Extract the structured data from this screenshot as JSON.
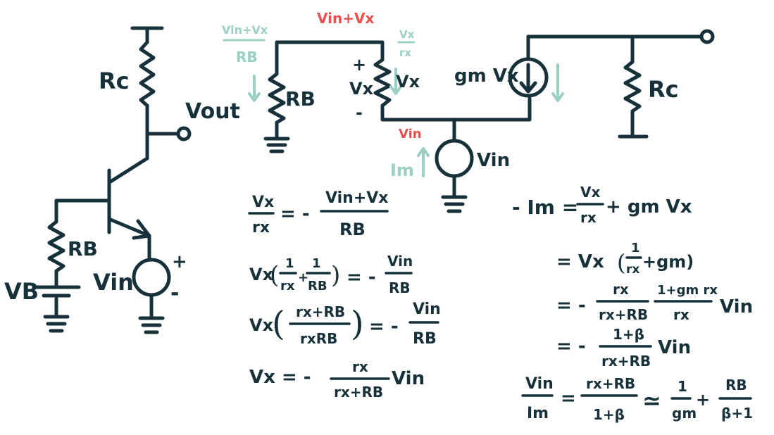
{
  "colors": {
    "ink": "#17313a",
    "red": "#e8504f",
    "teal": "#9ccfc4",
    "background": "#ffffff"
  },
  "left_circuit": {
    "rc_label": "Rc",
    "vout_label": "Vout",
    "rb_label": "RB",
    "vb_label": "VB",
    "vin_label": "Vin",
    "vin_plus": "+",
    "vin_minus": "-"
  },
  "small_signal": {
    "node_label": "Vin+Vx",
    "rb_current_num": "Vin+Vx",
    "rb_current_den": "RB",
    "rb_label": "RB",
    "rpi_current_num": "Vx",
    "rpi_current_den": "rx",
    "plus": "+",
    "minus": "-",
    "vx_label": "Vx",
    "rpi_label": "Vx",
    "gm_label": "gm Vx",
    "rc_label": "Rc",
    "vin_node_label": "Vin",
    "source_label": "Vin",
    "im_label": "Im"
  },
  "equations_left": {
    "eq1_lhs_num": "Vx",
    "eq1_lhs_den": "rx",
    "eq1_mid": "= -",
    "eq1_rhs_num": "Vin+Vx",
    "eq1_rhs_den": "RB",
    "eq2_a": "Vx",
    "eq2_b": "(",
    "eq2_f1_num": "1",
    "eq2_f1_den": "rx",
    "eq2_plus": "+",
    "eq2_f2_num": "1",
    "eq2_f2_den": "RB",
    "eq2_c": ")",
    "eq2_mid": "= -",
    "eq2_rhs_num": "Vin",
    "eq2_rhs_den": "RB",
    "eq3_a": "Vx",
    "eq3_num": "rx+RB",
    "eq3_den": "rxRB",
    "eq3_mid": "= -",
    "eq3_rhs_num": "Vin",
    "eq3_rhs_den": "RB",
    "eq4_a": "Vx = -",
    "eq4_num": "rx",
    "eq4_den": "rx+RB",
    "eq4_b": "Vin"
  },
  "equations_right": {
    "r1_a": "- Im =",
    "r1_num": "Vx",
    "r1_den": "rx",
    "r1_b": "+ gm Vx",
    "r2_a": "= Vx",
    "r2_b": "(",
    "r2_num": "1",
    "r2_den": "rx",
    "r2_c": "+gm)",
    "r3_a": "= -",
    "r3_n1": "rx",
    "r3_d1": "rx+RB",
    "r3_n2": "1+gm rx",
    "r3_d2": "rx",
    "r3_b": "Vin",
    "r4_a": "= -",
    "r4_num": "1+β",
    "r4_den": "rx+RB",
    "r4_b": "Vin",
    "r5_lnum": "Vin",
    "r5_lden": "Im",
    "r5_eq": "=",
    "r5_num": "rx+RB",
    "r5_den": "1+β",
    "r5_approx": "≃",
    "r5_n2": "1",
    "r5_d2": "gm",
    "r5_plus": "+",
    "r5_n3": "RB",
    "r5_d3": "β+1"
  }
}
